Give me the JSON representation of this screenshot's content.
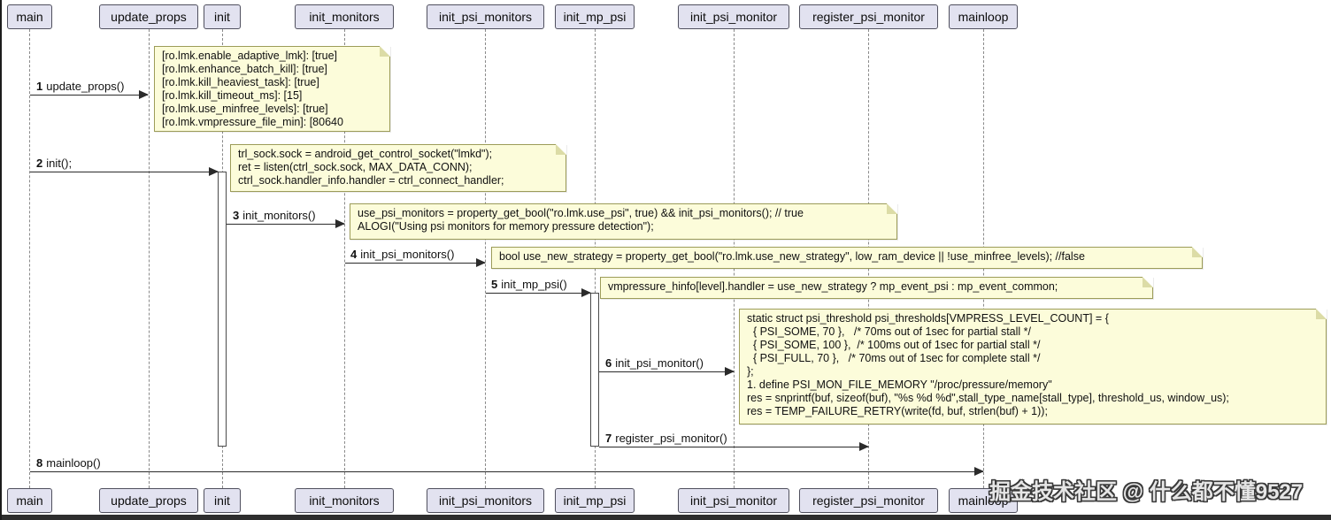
{
  "diagram_type": "uml-sequence",
  "participants": [
    {
      "label": "main"
    },
    {
      "label": "update_props"
    },
    {
      "label": "init"
    },
    {
      "label": "init_monitors"
    },
    {
      "label": "init_psi_monitors"
    },
    {
      "label": "init_mp_psi"
    },
    {
      "label": "init_psi_monitor"
    },
    {
      "label": "register_psi_monitor"
    },
    {
      "label": "mainloop"
    }
  ],
  "messages": [
    {
      "seq": "1",
      "label": "update_props()",
      "from": "main",
      "to": "update_props"
    },
    {
      "seq": "2",
      "label": "init();",
      "from": "main",
      "to": "init"
    },
    {
      "seq": "3",
      "label": "init_monitors()",
      "from": "init",
      "to": "init_monitors"
    },
    {
      "seq": "4",
      "label": "init_psi_monitors()",
      "from": "init_monitors",
      "to": "init_psi_monitors"
    },
    {
      "seq": "5",
      "label": "init_mp_psi()",
      "from": "init_psi_monitors",
      "to": "init_mp_psi"
    },
    {
      "seq": "6",
      "label": "init_psi_monitor()",
      "from": "init_mp_psi",
      "to": "init_psi_monitor"
    },
    {
      "seq": "7",
      "label": "register_psi_monitor()",
      "from": "init_mp_psi",
      "to": "register_psi_monitor"
    },
    {
      "seq": "8",
      "label": "mainloop()",
      "from": "main",
      "to": "mainloop"
    }
  ],
  "notes": [
    {
      "attached_to": "update_props",
      "text": "[ro.lmk.enable_adaptive_lmk]: [true]\n[ro.lmk.enhance_batch_kill]: [true]\n[ro.lmk.kill_heaviest_task]: [true]\n[ro.lmk.kill_timeout_ms]: [15]\n[ro.lmk.use_minfree_levels]: [true]\n[ro.lmk.vmpressure_file_min]: [80640"
    },
    {
      "attached_to": "init",
      "text": "trl_sock.sock = android_get_control_socket(\"lmkd\");\nret = listen(ctrl_sock.sock, MAX_DATA_CONN);\nctrl_sock.handler_info.handler = ctrl_connect_handler;"
    },
    {
      "attached_to": "init_monitors",
      "text": "use_psi_monitors = property_get_bool(\"ro.lmk.use_psi\", true) && init_psi_monitors(); // true\nALOGI(\"Using psi monitors for memory pressure detection\");"
    },
    {
      "attached_to": "init_psi_monitors",
      "text": "bool use_new_strategy = property_get_bool(\"ro.lmk.use_new_strategy\", low_ram_device || !use_minfree_levels); //false"
    },
    {
      "attached_to": "init_mp_psi",
      "text": "vmpressure_hinfo[level].handler = use_new_strategy ? mp_event_psi : mp_event_common;"
    },
    {
      "attached_to": "init_psi_monitor",
      "text": "static struct psi_threshold psi_thresholds[VMPRESS_LEVEL_COUNT] = {\n  { PSI_SOME, 70 },   /* 70ms out of 1sec for partial stall */\n  { PSI_SOME, 100 },  /* 100ms out of 1sec for partial stall */\n  { PSI_FULL, 70 },   /* 70ms out of 1sec for complete stall */\n};\n1. define PSI_MON_FILE_MEMORY \"/proc/pressure/memory\"\nres = snprintf(buf, sizeof(buf), \"%s %d %d\",stall_type_name[stall_type], threshold_us, window_us);\nres = TEMP_FAILURE_RETRY(write(fd, buf, strlen(buf) + 1));"
    }
  ],
  "watermark": "掘金技术社区 @ 什么都不懂9527",
  "colors": {
    "note_fill": "#fcfcda",
    "note_border": "#9c9c59",
    "participant_fill": "#e2e2f0",
    "participant_border": "#50505e",
    "arrow": "#2b2b2b",
    "lifeline": "#8a8a8a"
  }
}
